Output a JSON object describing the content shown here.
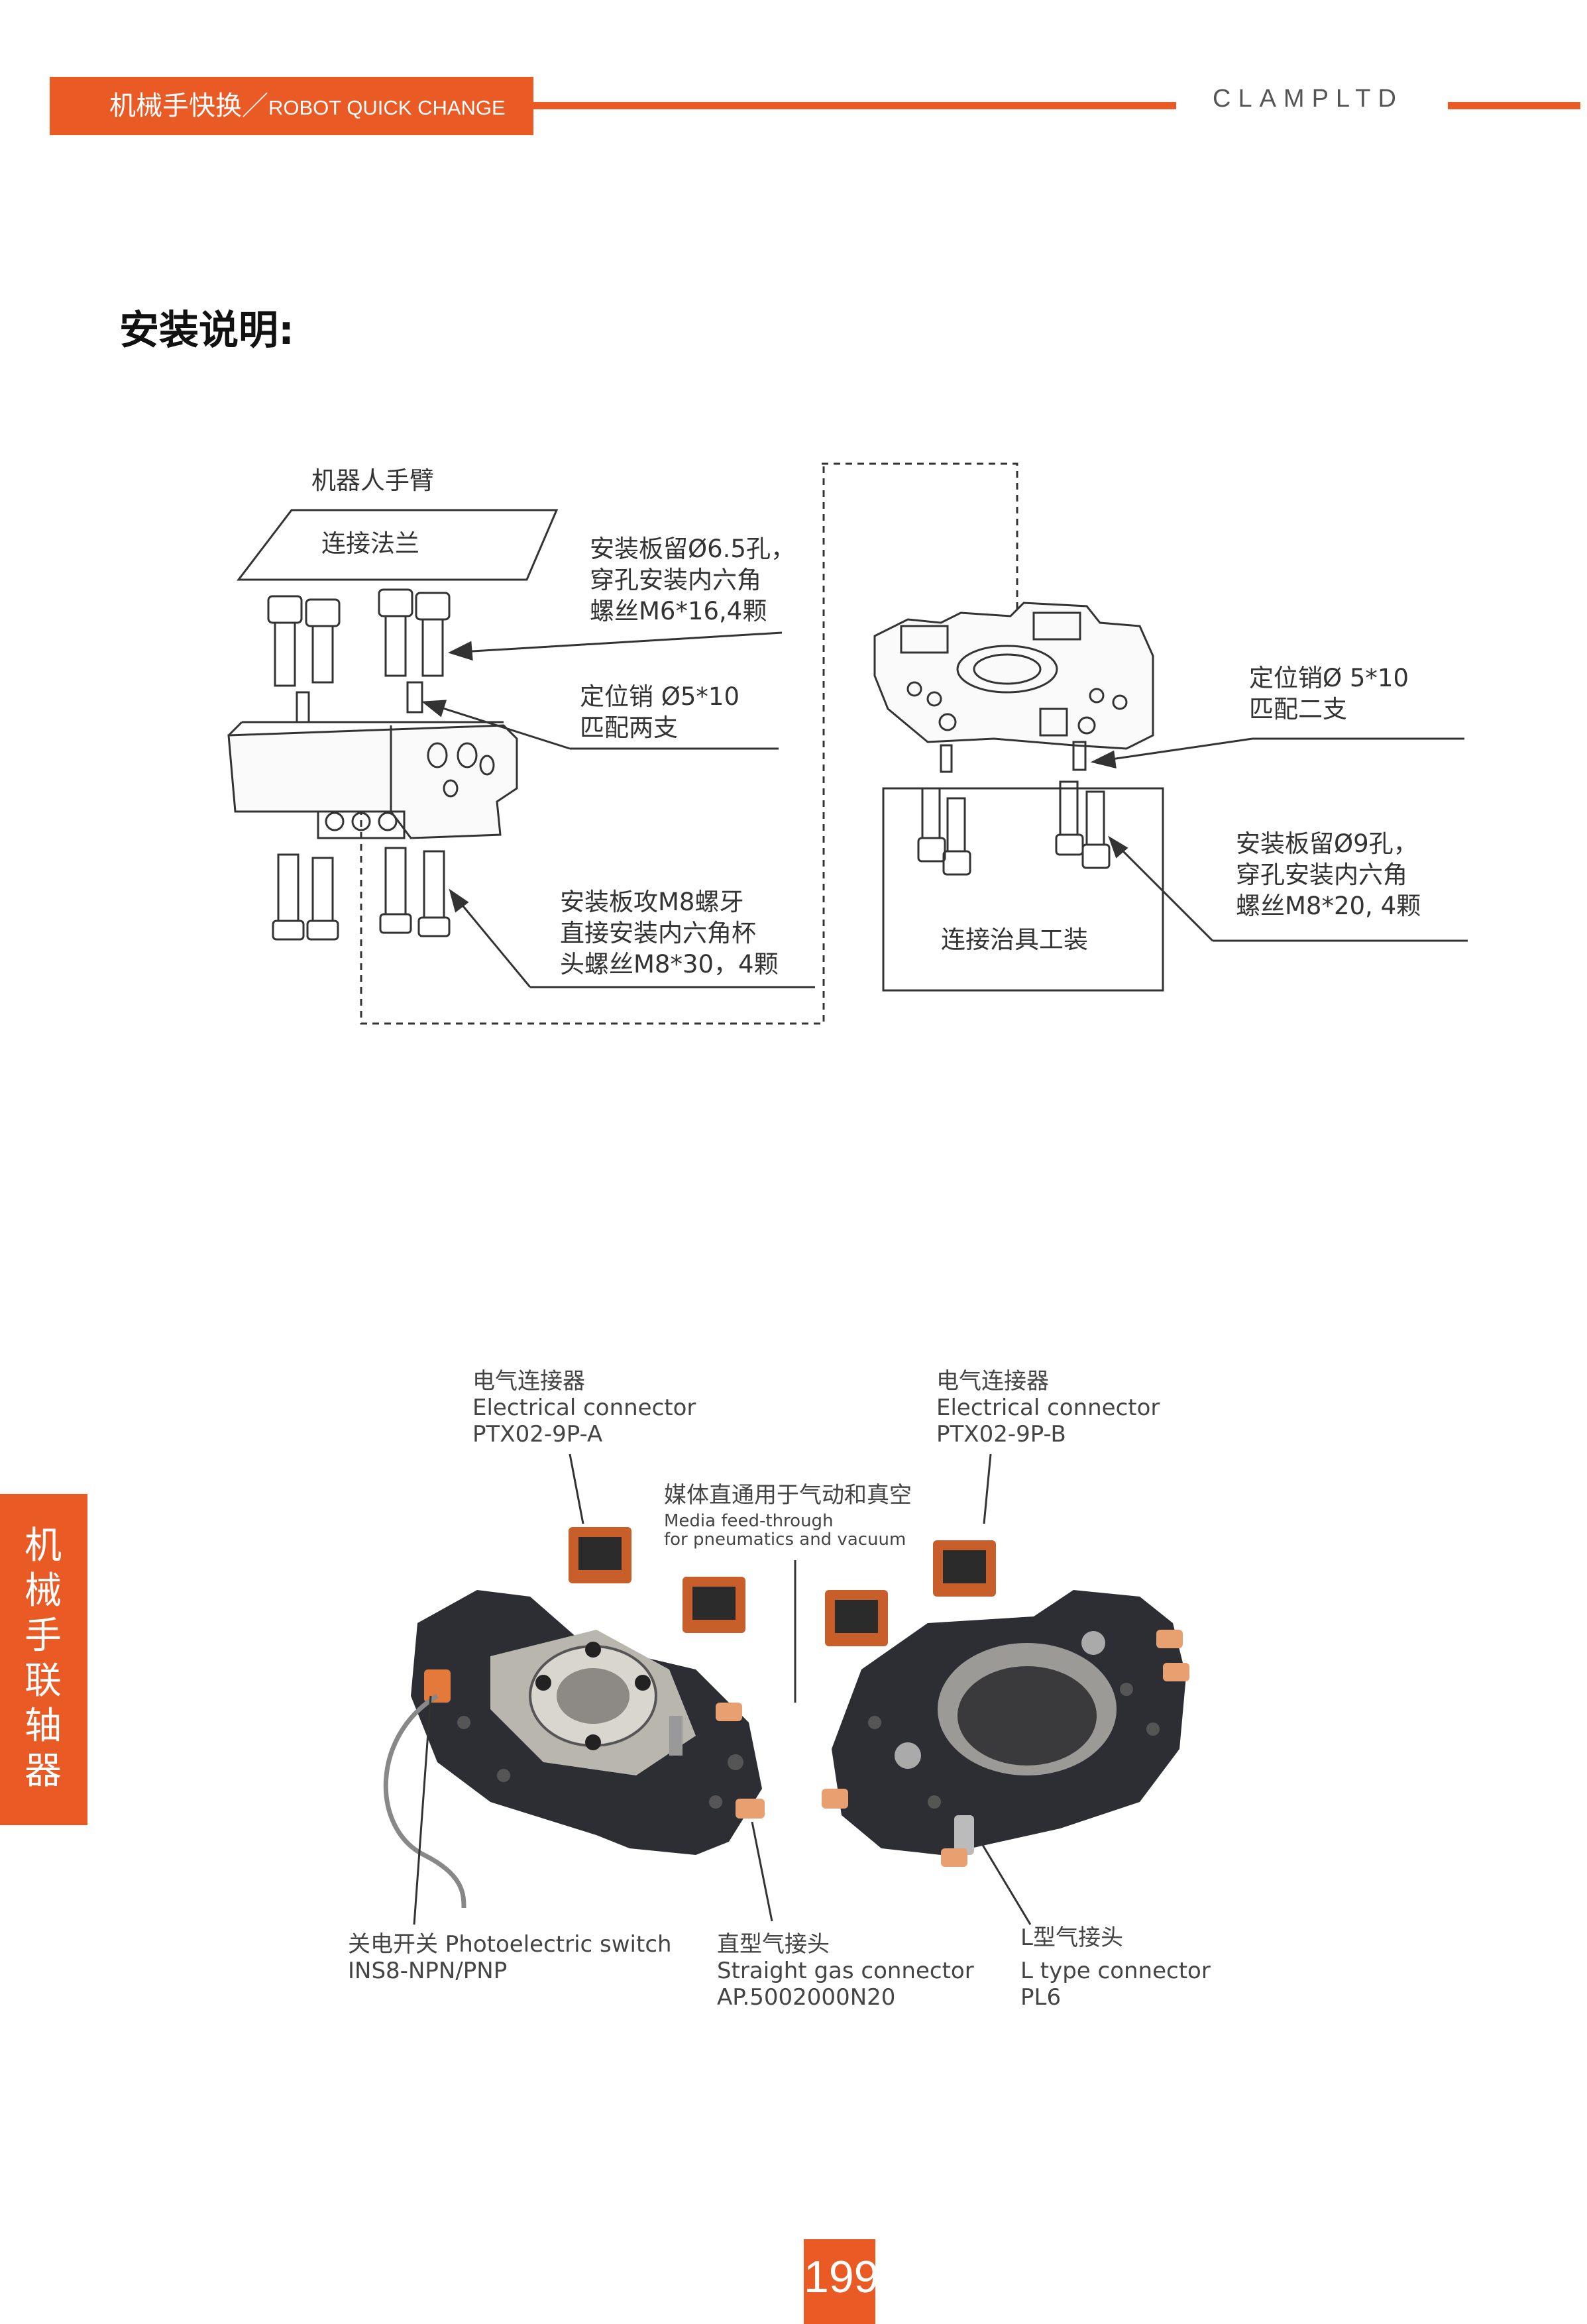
{
  "header": {
    "tab_zh": "机械手快换／",
    "tab_en": "ROBOT QUICK CHANGE",
    "brand": "CLAMPLTD"
  },
  "section_title": "安装说明:",
  "side_tab": "机械手联轴器",
  "page_number": "199",
  "diagram": {
    "robot_arm": "机器人手臂",
    "flange": "连接法兰",
    "note_m6": [
      "安装板留Ø6.5孔，",
      "穿孔安装内六角",
      "螺丝M6*16,4颗"
    ],
    "note_pin_left": [
      "定位销 Ø5*10",
      "匹配两支"
    ],
    "note_m8_30": [
      "安装板攻M8螺牙",
      "直接安装内六角杯",
      "头螺丝M8*30，4颗"
    ],
    "note_pin_right": [
      "定位销Ø 5*10",
      "匹配二支"
    ],
    "note_m8_20": [
      "安装板留Ø9孔，",
      "穿孔安装内六角",
      "螺丝M8*20, 4颗"
    ],
    "fixture": "连接治具工装"
  },
  "photo": {
    "elec_a": [
      "电气连接器",
      "Electrical connector",
      "PTX02-9P-A"
    ],
    "elec_b": [
      "电气连接器",
      "Electrical connector",
      "PTX02-9P-B"
    ],
    "media_zh": "媒体直通用于气动和真空",
    "media_en": [
      "Media feed-through",
      "for pneumatics and vacuum"
    ],
    "photo_switch": [
      "关电开关 Photoelectric switch",
      "INS8-NPN/PNP"
    ],
    "straight": [
      "直型气接头",
      "Straight gas connector",
      "AP.5002000N20"
    ],
    "ltype": [
      "L型气接头",
      "L type connector",
      "PL6"
    ]
  },
  "colors": {
    "accent": "#e95a24"
  }
}
